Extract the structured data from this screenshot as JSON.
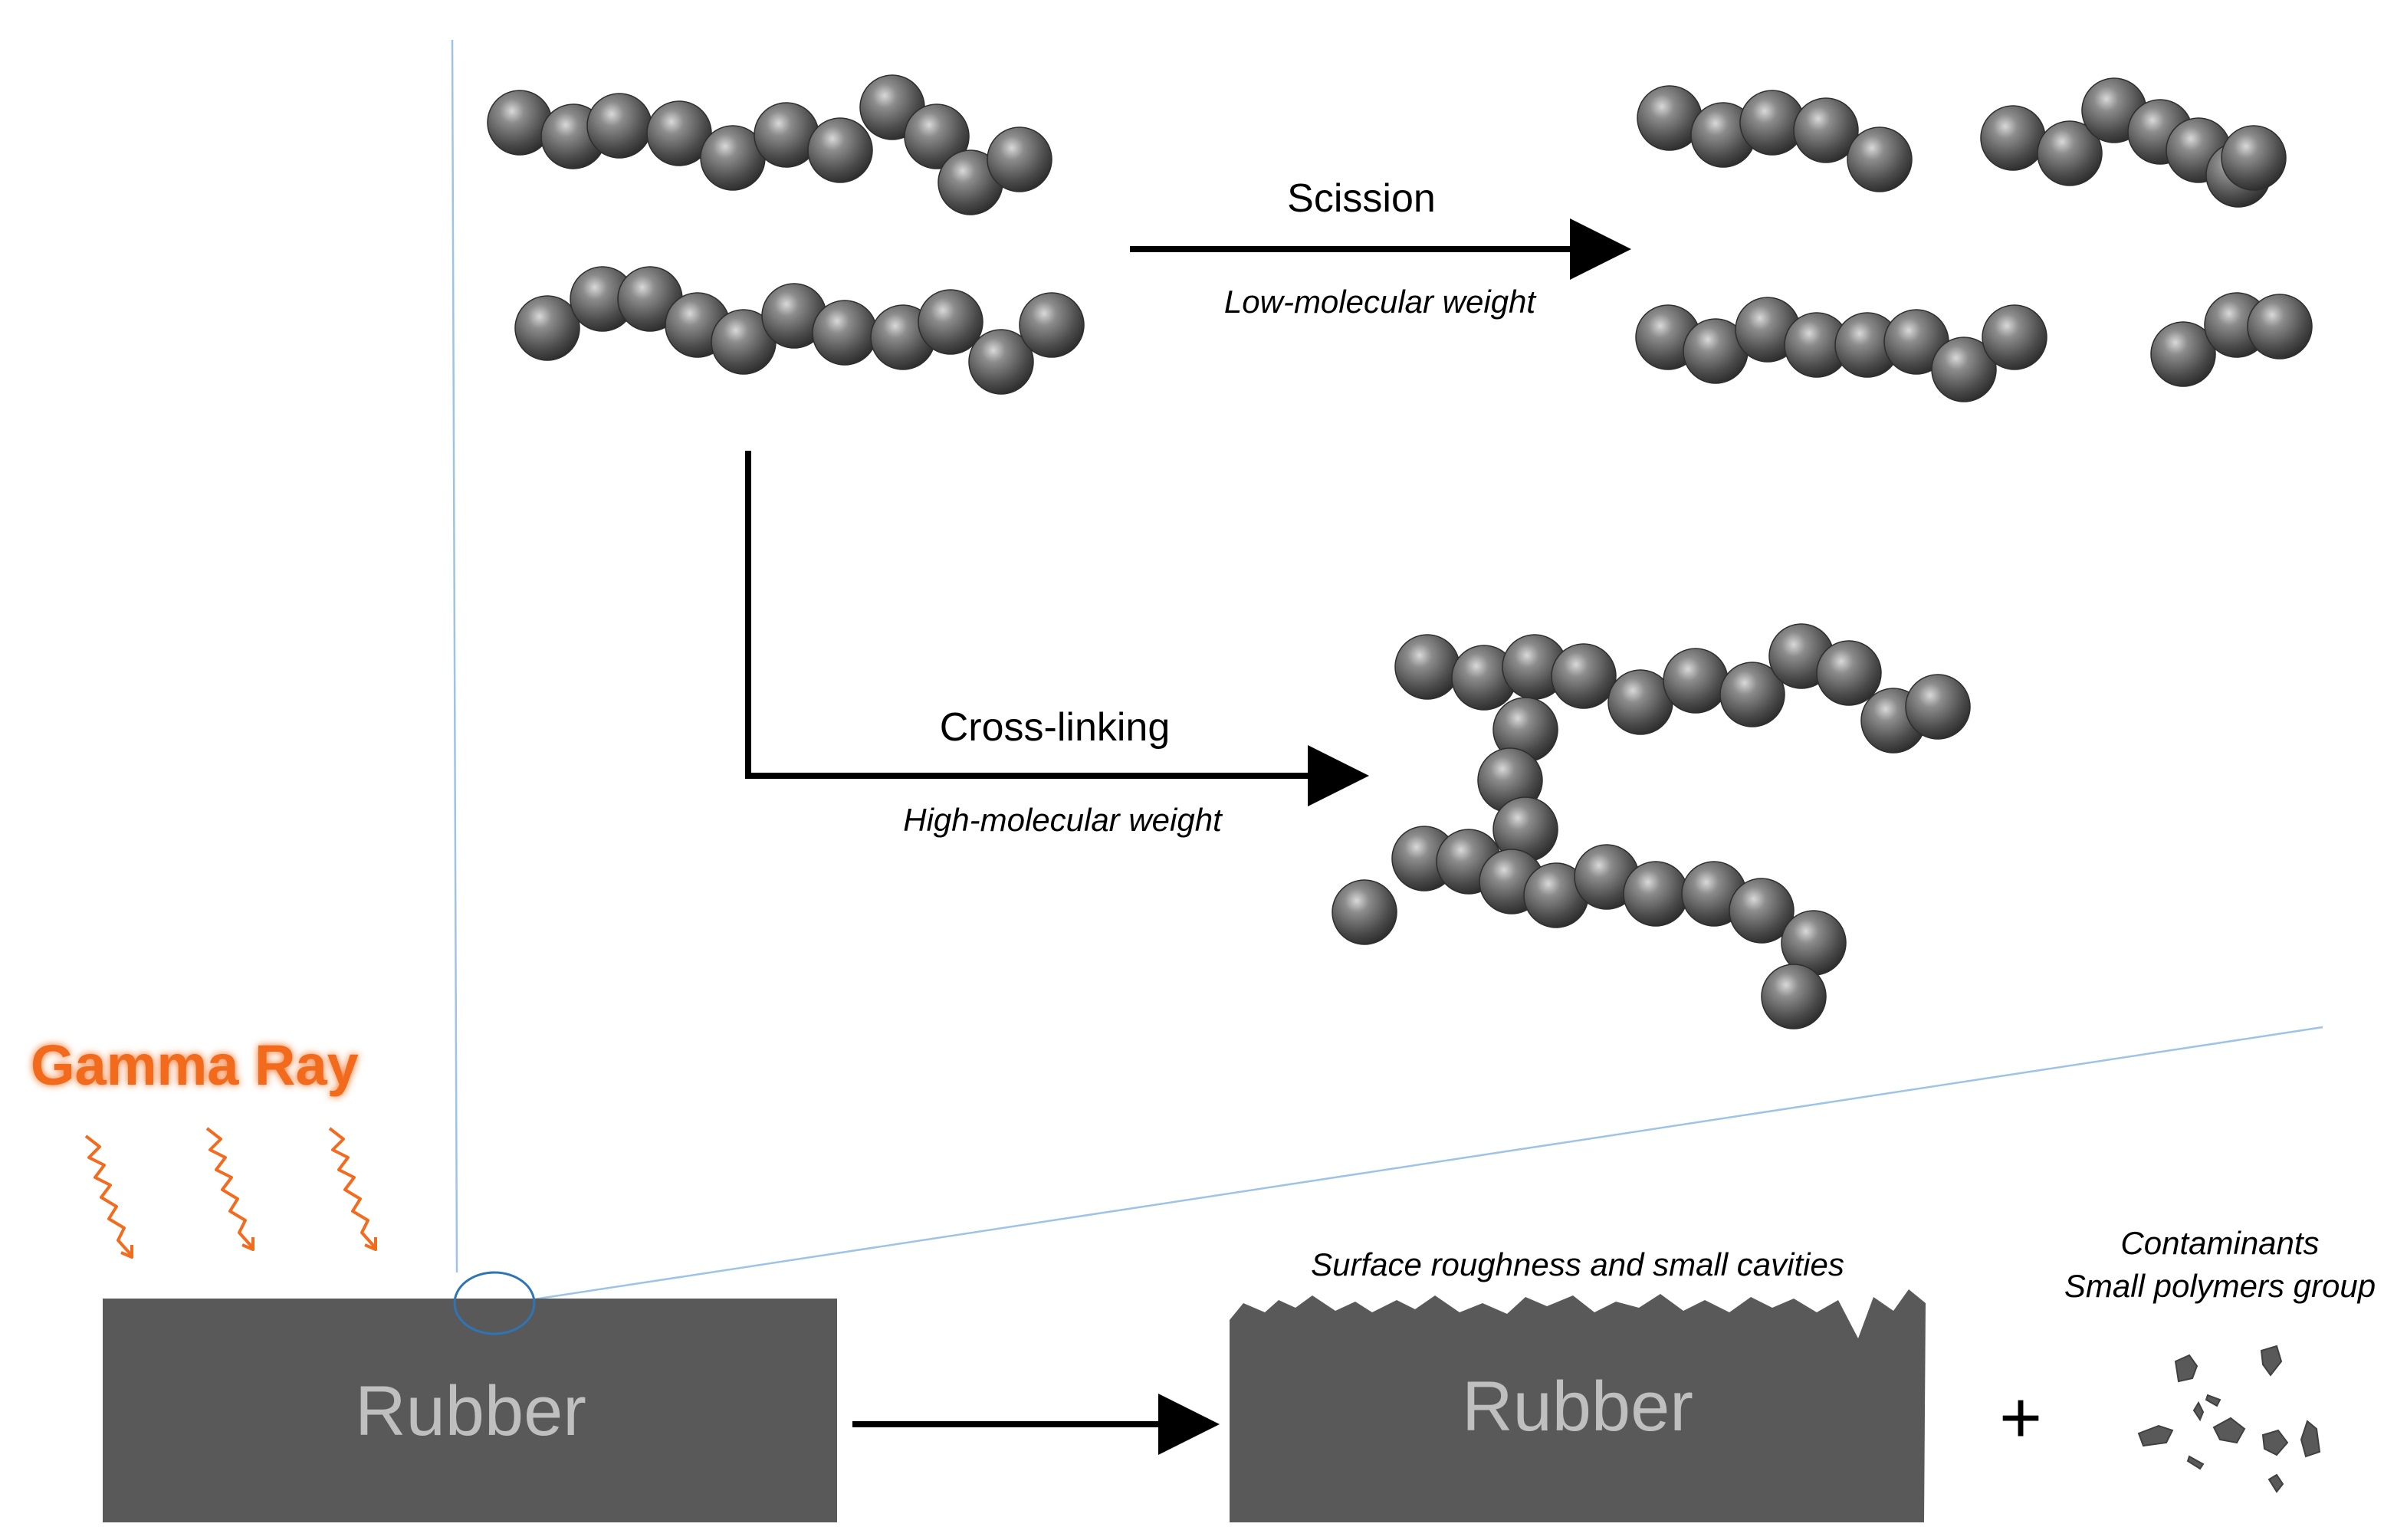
{
  "radiation": {
    "label": "Gamma Ray",
    "color": "#f26b1f",
    "icon": "wavy-arrow-icon"
  },
  "block_before": {
    "label": "Rubber"
  },
  "block_after": {
    "label": "Rubber",
    "caption": "Surface roughness and small cavities"
  },
  "plus": {
    "label": "+"
  },
  "byproducts": {
    "line1": "Contaminants",
    "line2": "Small polymers group"
  },
  "scission": {
    "label": "Scission",
    "sublabel": "Low-molecular weight"
  },
  "crosslinking": {
    "label": "Cross-linking",
    "sublabel": "High-molecular weight"
  },
  "colors": {
    "rubber": "#595959",
    "rubber_text": "#bfbfbf",
    "bead": "#4a4a4a",
    "guide_line": "#9dc3e6",
    "zoom_circle": "#2e75b6",
    "arrow": "#000000"
  }
}
